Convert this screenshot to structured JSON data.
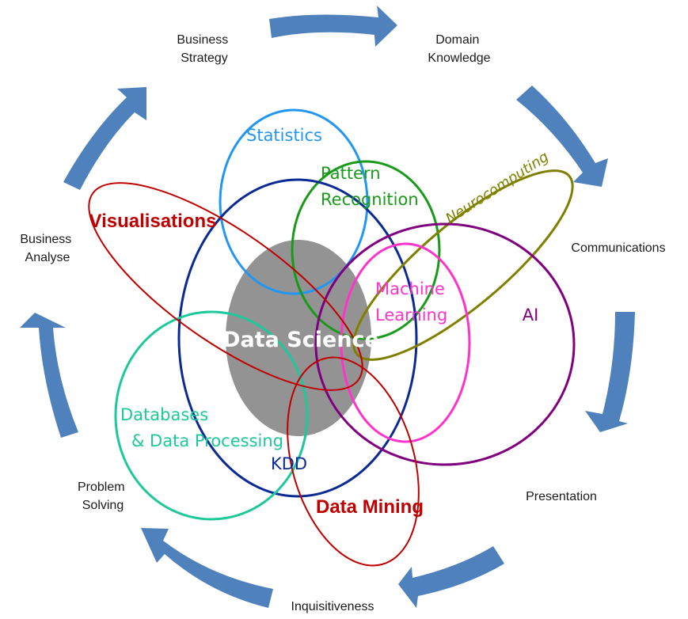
{
  "title": "Data Science Venn Diagram with Skills Cycle",
  "colors": {
    "arrow": "#4f81bd",
    "core": "#939393",
    "core_text": "#ffffff",
    "outer_text": "#1a1a1a"
  },
  "core": {
    "label": "Data Science"
  },
  "fields": [
    {
      "id": "statistics",
      "label": "Statistics",
      "color": "#2196f3"
    },
    {
      "id": "pattern-recognition",
      "label_lines": [
        "Pattern",
        "Recognition"
      ],
      "color": "#1a9a1a"
    },
    {
      "id": "neurocomputing",
      "label": "Neurocomputing",
      "color": "#808000"
    },
    {
      "id": "visualisations",
      "label": "Visualisations",
      "color": "#c00000"
    },
    {
      "id": "kdd",
      "label": "KDD",
      "color": "#0b2a94"
    },
    {
      "id": "machine-learning",
      "label_lines": [
        "Machine",
        "Learning"
      ],
      "color": "#ff33cc"
    },
    {
      "id": "ai",
      "label": "AI",
      "color": "#800080"
    },
    {
      "id": "databases",
      "label_lines": [
        "Databases",
        "& Data Processing"
      ],
      "color": "#1dc99a"
    },
    {
      "id": "data-mining",
      "label": "Data Mining",
      "color": "#c00000"
    }
  ],
  "cycle": [
    {
      "id": "business-strategy",
      "lines": [
        "Business",
        "Strategy"
      ]
    },
    {
      "id": "domain-knowledge",
      "lines": [
        "Domain",
        "Knowledge"
      ]
    },
    {
      "id": "communications",
      "lines": [
        "Communications"
      ]
    },
    {
      "id": "presentation",
      "lines": [
        "Presentation"
      ]
    },
    {
      "id": "inquisitiveness",
      "lines": [
        "Inquisitiveness"
      ]
    },
    {
      "id": "problem-solving",
      "lines": [
        "Problem",
        "Solving"
      ]
    },
    {
      "id": "business-analyse",
      "lines": [
        "Business",
        "Analyse"
      ]
    }
  ]
}
